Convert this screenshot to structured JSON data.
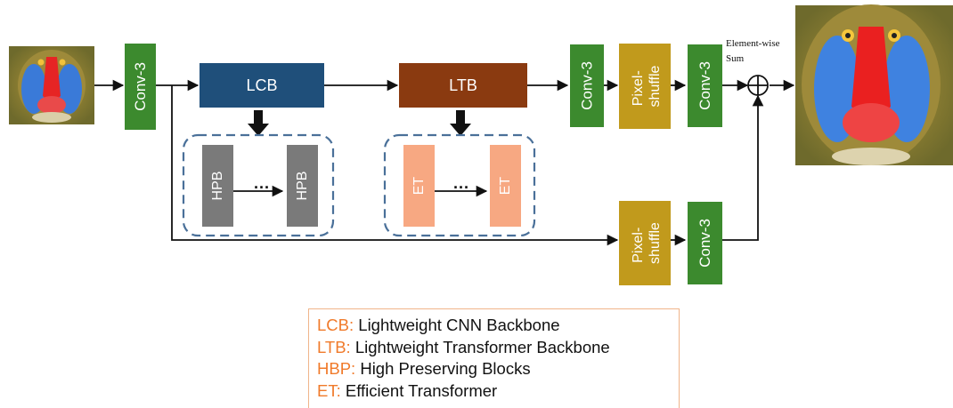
{
  "blocks": {
    "conv_in": "Conv-3",
    "lcb": "LCB",
    "ltb": "LTB",
    "conv_top_1": "Conv-3",
    "pixel_shuffle_top": "Pixel-\nshuffle",
    "conv_top_2": "Conv-3",
    "pixel_shuffle_bottom": "Pixel-\nshuffle",
    "conv_bottom": "Conv-3"
  },
  "sub_blocks": {
    "hpb_first": "HPB",
    "hpb_last": "HPB",
    "et_first": "ET",
    "et_last": "ET",
    "ellipsis": "···"
  },
  "sum_label": "Element-wise\nSum",
  "legend": [
    {
      "key": "LCB:",
      "value": "Lightweight CNN Backbone"
    },
    {
      "key": "LTB:",
      "value": " Lightweight Transformer Backbone"
    },
    {
      "key": "HBP:",
      "value": "High Preserving Blocks"
    },
    {
      "key": "ET:",
      "value": "Efficient Transformer"
    }
  ],
  "images": {
    "input": "mandrill-low-res-image",
    "output": "mandrill-high-res-image"
  },
  "colors": {
    "conv": "#3c8a2e",
    "lcb": "#1f4f7a",
    "ltb": "#8a3a10",
    "pixel_shuffle": "#c19a1c",
    "hpb": "#7a7a7a",
    "et": "#f7a882",
    "dashed_border": "#4a7099",
    "legend_key": "#f07a2a"
  }
}
